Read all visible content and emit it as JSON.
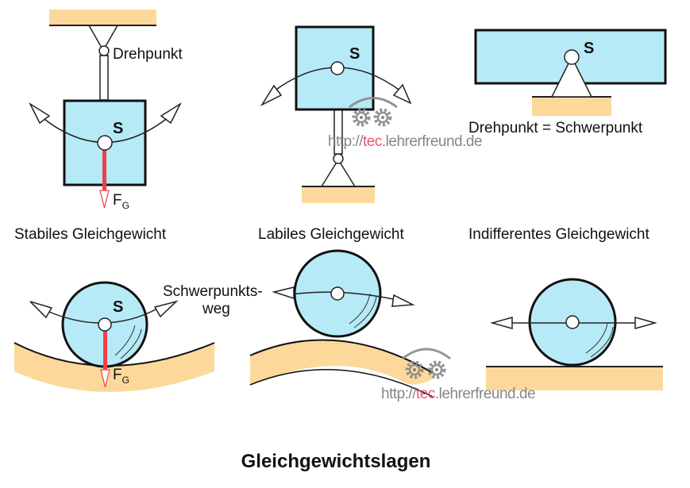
{
  "colors": {
    "body": "#b6eaf6",
    "ground": "#fcd99b",
    "force": "#f0404a",
    "watermark_accent": "#e8455a"
  },
  "labels": {
    "pivot": "Drehpunkt",
    "s": "S",
    "force": "F",
    "force_sub": "G",
    "pivot_equals_cg": "Drehpunkt = Schwerpunkt",
    "stable": "Stabiles Gleichgewicht",
    "labile": "Labiles Gleichgewicht",
    "indifferent": "Indifferentes Gleichgewicht",
    "cg_path_line1": "Schwerpunkts-",
    "cg_path_line2": "weg",
    "title": "Gleichgewichtslagen"
  },
  "watermark": {
    "prefix": "http://",
    "accent": "tec",
    "suffix": ".lehrerfreund.de"
  }
}
